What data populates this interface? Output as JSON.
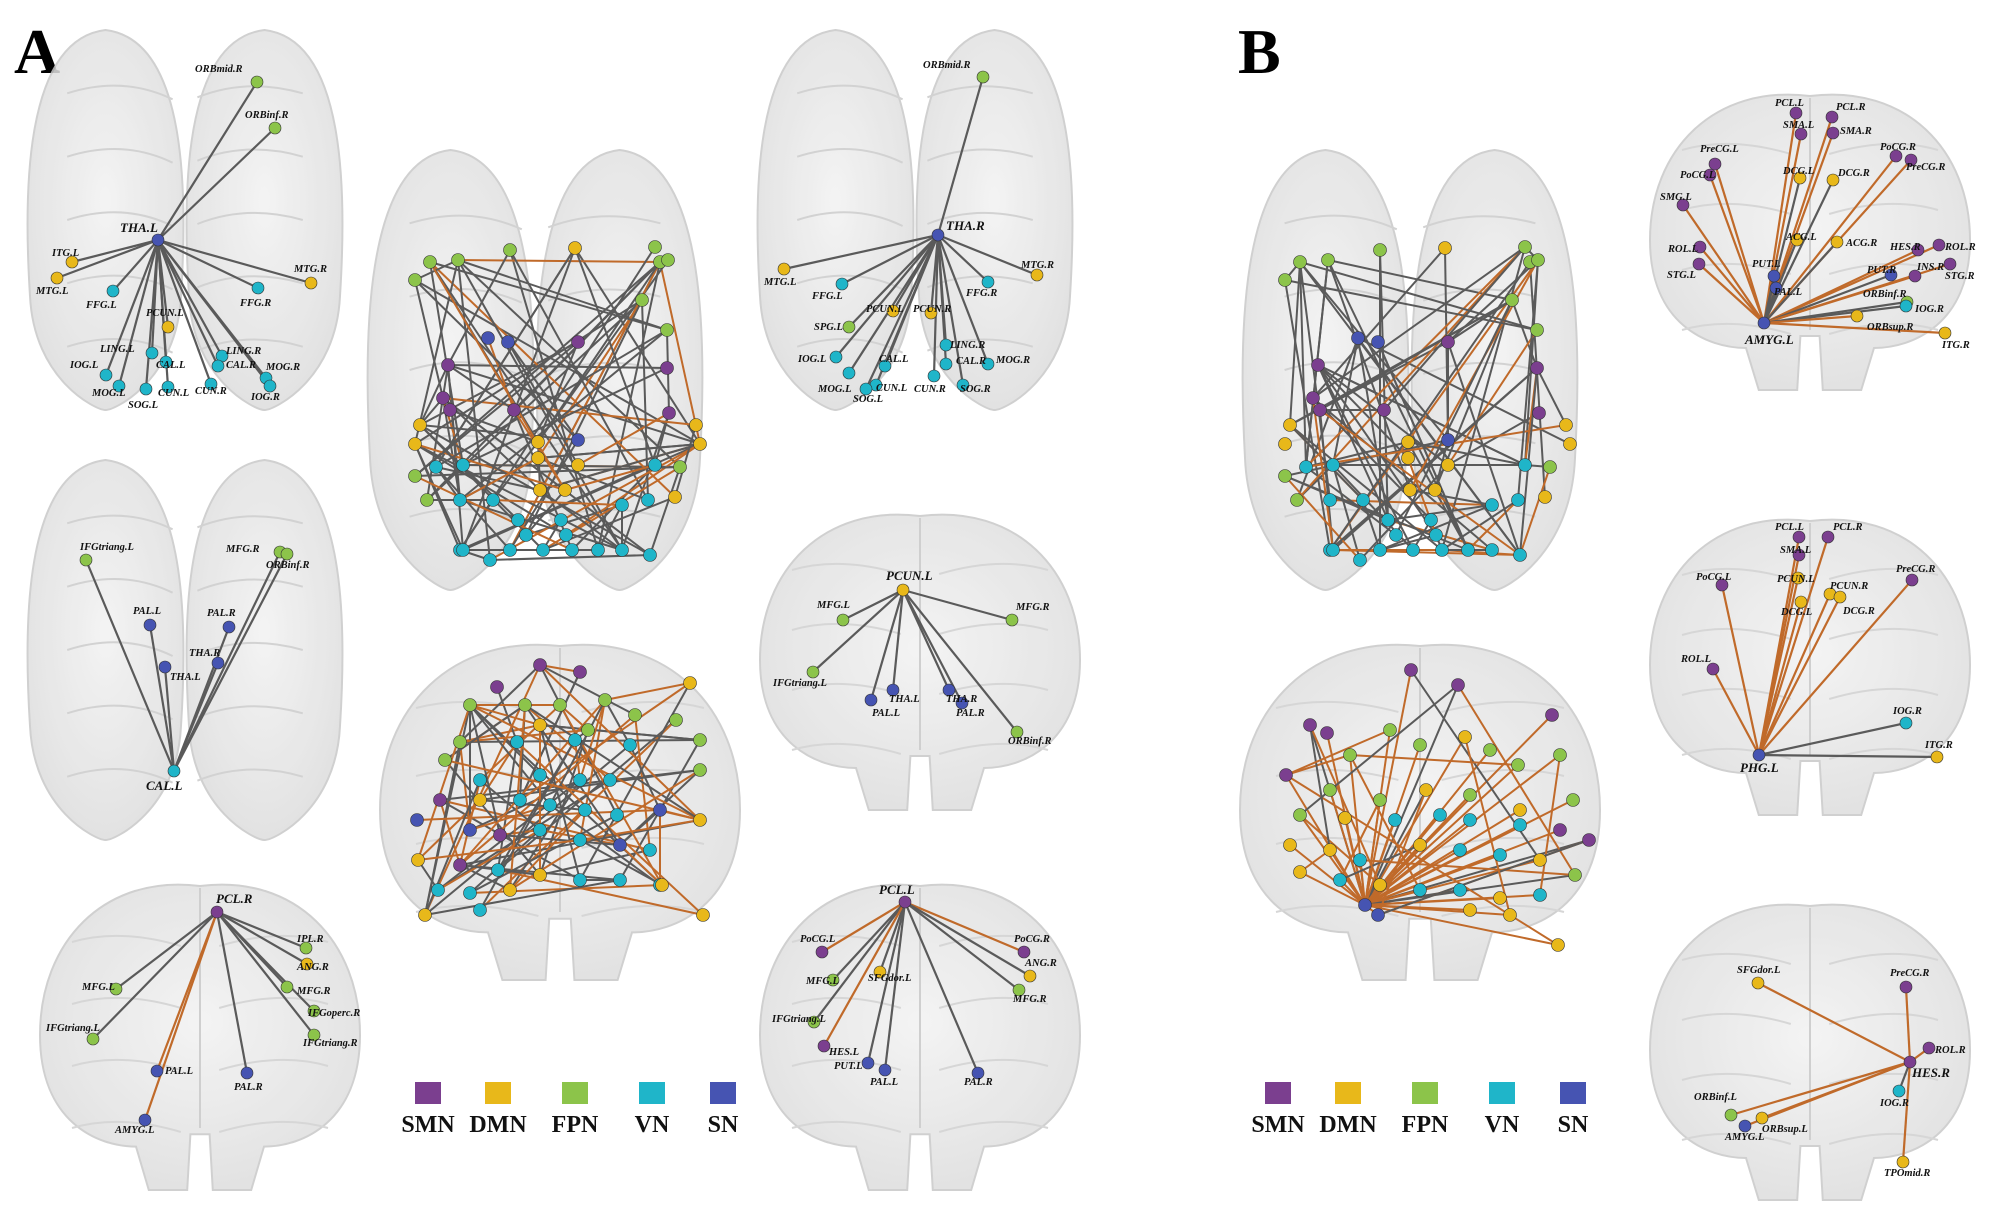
{
  "panels": {
    "a_label": "A",
    "b_label": "B"
  },
  "networks": {
    "SMN": "#7b3f8f",
    "DMN": "#e8b81a",
    "FPN": "#8cc44a",
    "VN": "#1fb5c9",
    "SN": "#4654b2"
  },
  "legend": [
    {
      "key": "SMN",
      "label": "SMN"
    },
    {
      "key": "DMN",
      "label": "DMN"
    },
    {
      "key": "FPN",
      "label": "FPN"
    },
    {
      "key": "VN",
      "label": "VN"
    },
    {
      "key": "SN",
      "label": "SN"
    }
  ],
  "edge_colors": {
    "gray": "#5a5a5a",
    "orange": "#c06a2a"
  },
  "views": [
    {
      "id": "a-tha-l",
      "hub": "THA.L",
      "nodes": [
        "ORBmid.R",
        "ORBinf.R",
        "THA.L",
        "ITG.L",
        "MTG.L",
        "FFG.L",
        "FFG.R",
        "MTG.R",
        "PCUN.L",
        "LING.L",
        "CAL.L",
        "LING.R",
        "CAL.R",
        "IOG.L",
        "MOG.L",
        "SOG.L",
        "CUN.L",
        "CUN.R",
        "MOG.R",
        "IOG.R"
      ]
    },
    {
      "id": "a-cal-l",
      "hub": "CAL.L",
      "nodes": [
        "IFGtriang.L",
        "MFG.R",
        "ORBinf.R",
        "PAL.L",
        "PAL.R",
        "THA.R",
        "THA.L",
        "CAL.L"
      ]
    },
    {
      "id": "a-pcl-r",
      "hub": "PCL.R",
      "nodes": [
        "PCL.R",
        "IPL.R",
        "ANG.R",
        "MFG.L",
        "MFG.R",
        "IFGoperc.R",
        "IFGtriang.L",
        "IFGtriang.R",
        "PAL.L",
        "PAL.R",
        "AMYG.L"
      ]
    },
    {
      "id": "a-tha-r",
      "hub": "THA.R",
      "nodes": [
        "ORBmid.R",
        "THA.R",
        "MTG.L",
        "MTG.R",
        "FFG.L",
        "FFG.R",
        "SPG.L",
        "PCUN.L",
        "PCUN.R",
        "IOG.L",
        "CAL.L",
        "LING.R",
        "CAL.R",
        "MOG.R",
        "MOG.L",
        "CUN.L",
        "CUN.R",
        "SOG.L",
        "SOG.R"
      ]
    },
    {
      "id": "a-pcun-l",
      "hub": "PCUN.L",
      "nodes": [
        "PCUN.L",
        "MFG.L",
        "MFG.R",
        "IFGtriang.L",
        "THA.L",
        "THA.R",
        "PAL.L",
        "PAL.R",
        "ORBinf.R"
      ]
    },
    {
      "id": "a-pcl-l",
      "hub": "PCL.L",
      "nodes": [
        "PCL.L",
        "PoCG.L",
        "PoCG.R",
        "ANG.R",
        "SFGdor.L",
        "MFG.L",
        "MFG.R",
        "IFGtriang.L",
        "HES.L",
        "PUT.L",
        "PAL.L",
        "PAL.R"
      ]
    },
    {
      "id": "b-amyg-l",
      "hub": "AMYG.L",
      "nodes": [
        "PCL.L",
        "PCL.R",
        "SMA.L",
        "SMA.R",
        "PreCG.L",
        "PoCG.L",
        "PoCG.R",
        "PreCG.R",
        "DCG.L",
        "DCG.R",
        "SMG.L",
        "ACG.L",
        "ACG.R",
        "ROL.L",
        "HES.R",
        "ROL.R",
        "STG.L",
        "PUT.L",
        "PUT.R",
        "INS.R",
        "STG.R",
        "PAL.L",
        "ORBinf.R",
        "IOG.R",
        "ORBsup.R",
        "AMYG.L",
        "ITG.R"
      ]
    },
    {
      "id": "b-phg-l",
      "hub": "PHG.L",
      "nodes": [
        "PCL.L",
        "PCL.R",
        "SMA.L",
        "PoCG.L",
        "PCUN.L",
        "PCUN.R",
        "PreCG.R",
        "DCG.L",
        "DCG.R",
        "ROL.L",
        "IOG.R",
        "ITG.R",
        "PHG.L"
      ]
    },
    {
      "id": "b-hes-r",
      "hub": "HES.R",
      "nodes": [
        "SFGdor.L",
        "PreCG.R",
        "ROL.R",
        "HES.R",
        "IOG.R",
        "ORBinf.L",
        "ORBsup.L",
        "AMYG.L",
        "TPOmid.R"
      ]
    }
  ]
}
